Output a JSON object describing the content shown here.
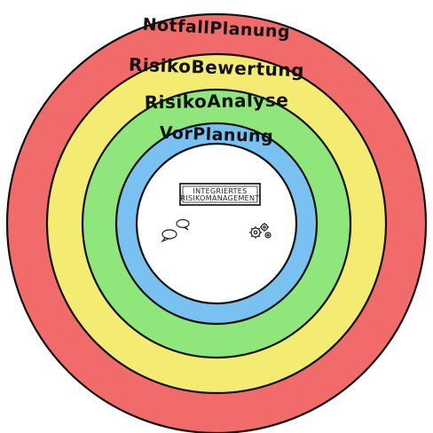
{
  "diagram": {
    "rings": [
      {
        "label": "NotfallPlanung",
        "color": "#f26b6b"
      },
      {
        "label": "RisikoBewertung",
        "color": "#f4ec72"
      },
      {
        "label": "RisikoAnalyse",
        "color": "#8fe67a"
      },
      {
        "label": "VorPlanung",
        "color": "#78c1f0"
      }
    ],
    "center": {
      "box_line1": "INTEGRIERTES",
      "box_line2": "RISIKOMANAGEMENT",
      "icons": [
        "speech-bubbles-icon",
        "gears-icon"
      ]
    }
  }
}
